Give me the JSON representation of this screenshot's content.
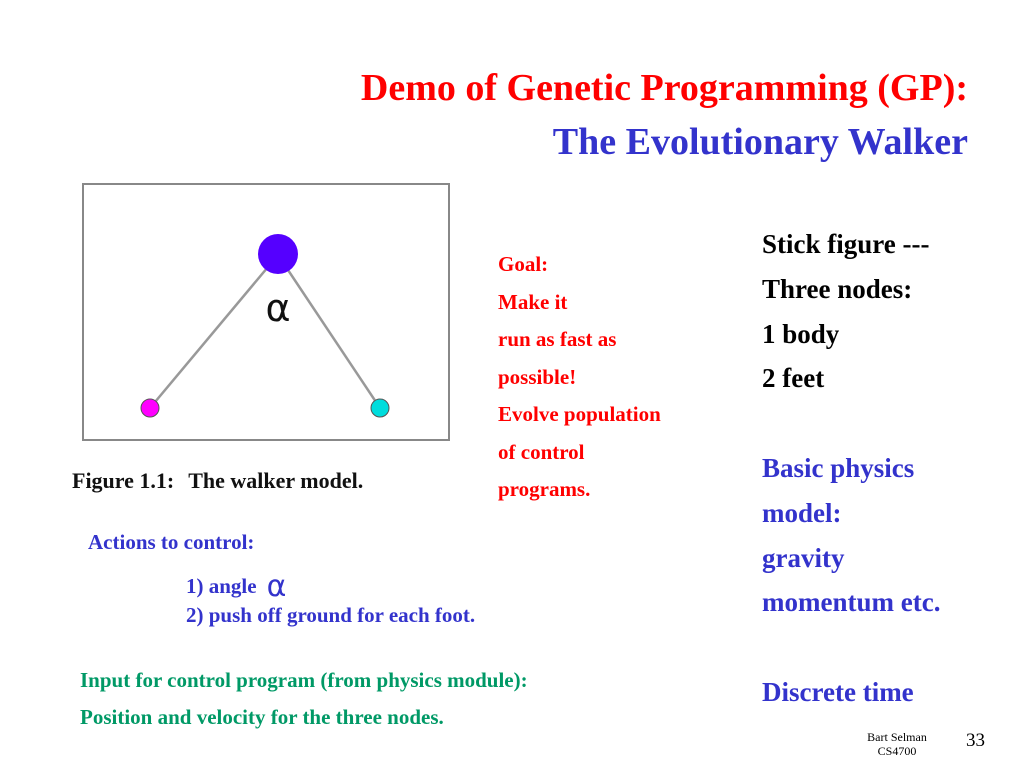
{
  "slide": {
    "title_line1": "Demo of Genetic Programming (GP):",
    "title_line2": "The Evolutionary Walker",
    "colors": {
      "red": "#ff0000",
      "blue": "#3333cc",
      "green": "#009966",
      "body_node": "#5500ff",
      "left_foot": "#ff00ff",
      "right_foot": "#00dddd"
    }
  },
  "figure": {
    "alpha_label": "α",
    "caption_number": "Figure 1.1:",
    "caption_text": "The walker model."
  },
  "goal": {
    "lines": [
      "Goal:",
      "Make it",
      "run as fast as",
      "possible!",
      "Evolve population",
      "of control",
      "programs."
    ]
  },
  "right_column": {
    "stick_lines": [
      "Stick figure ---",
      "Three nodes:",
      "1 body",
      "2 feet"
    ],
    "physics_lines": [
      "Basic physics",
      "model:",
      "gravity",
      "momentum etc."
    ],
    "discrete": "Discrete time"
  },
  "actions": {
    "heading": "Actions to control:",
    "item1": "1) angle",
    "item1_symbol": "α",
    "item2": "2) push off ground for each foot."
  },
  "input": {
    "line1": "Input for control program (from physics module):",
    "line2": "Position and velocity for the three nodes."
  },
  "footer": {
    "author": "Bart Selman",
    "course": "CS4700",
    "page_number": "33"
  }
}
